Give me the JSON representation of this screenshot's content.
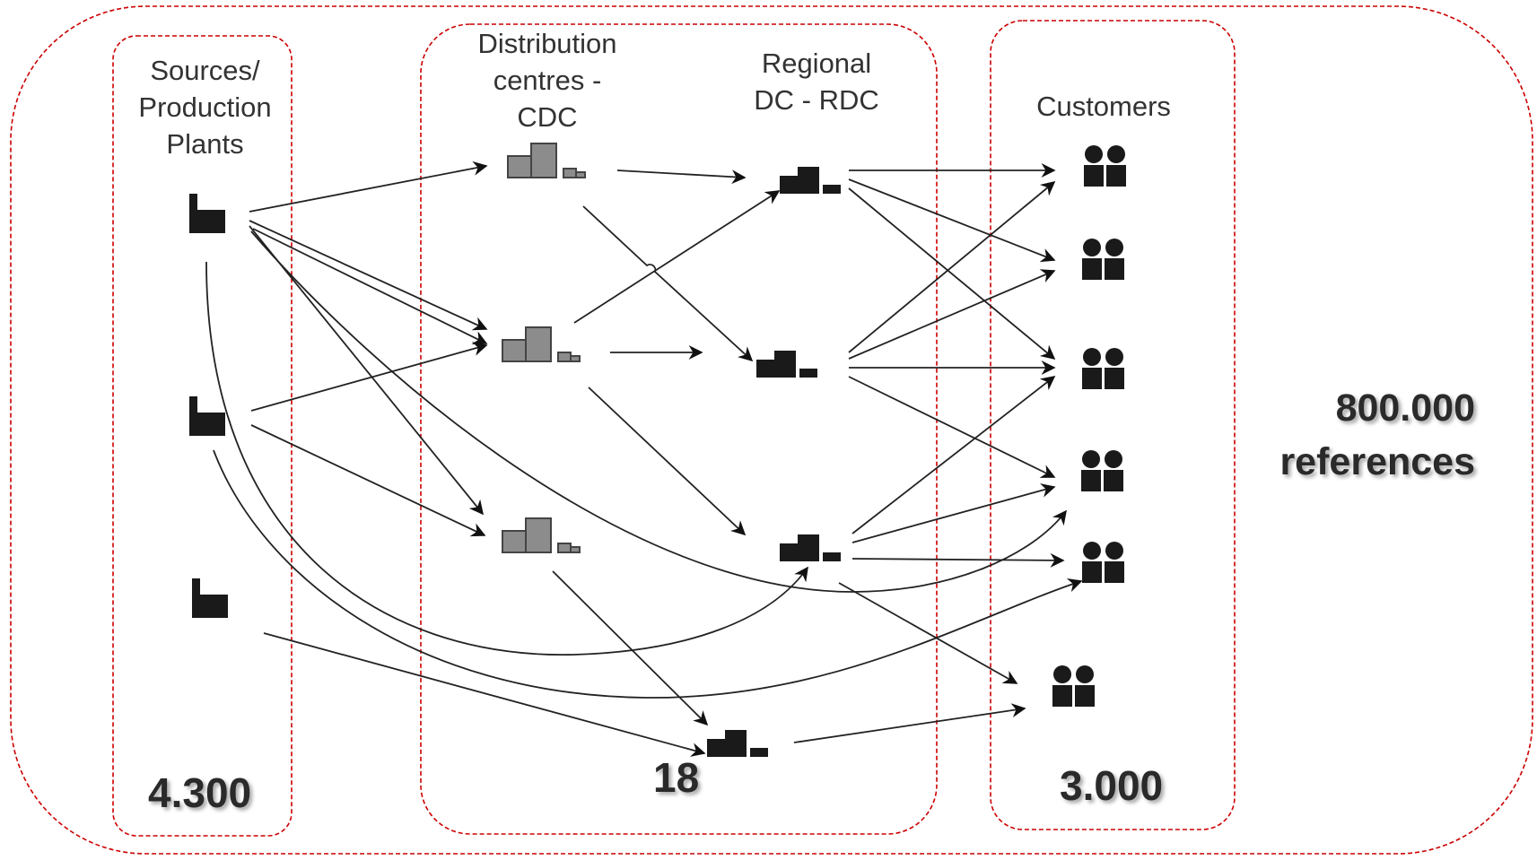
{
  "columns": {
    "sources": {
      "title_lines": [
        "Sources/",
        "Production",
        "Plants"
      ],
      "count": "4.300"
    },
    "dc": {
      "cdc_title_lines": [
        "Distribution",
        "centres -",
        "CDC"
      ],
      "rdc_title_lines": [
        "Regional",
        "DC - RDC"
      ],
      "count": "18"
    },
    "customers": {
      "title_lines": [
        "Customers"
      ],
      "count": "3.000"
    }
  },
  "references": {
    "lines": [
      "800.000",
      "references"
    ]
  },
  "colors": {
    "boundary": "#cc0000",
    "icon_dark": "#1a1a1a",
    "icon_gray": "#8c8c8c",
    "arrow": "#222222"
  },
  "icons": {
    "plant": "factory-icon",
    "cdc": "warehouse-icon",
    "rdc": "regional-warehouse-icon",
    "customer": "customer-group-icon"
  }
}
